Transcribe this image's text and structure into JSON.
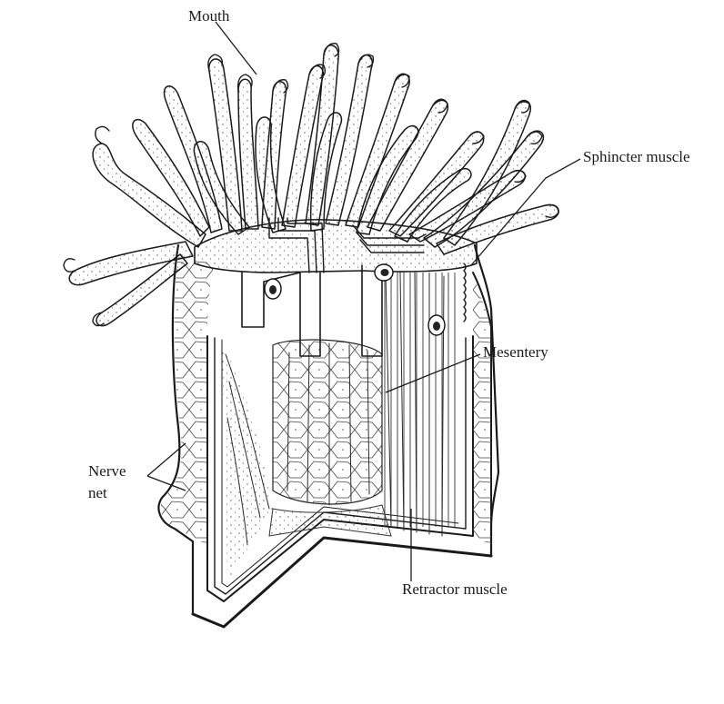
{
  "labels": {
    "mouth": "Mouth",
    "sphincter": "Sphincter muscle",
    "mesentery": "Mesentery",
    "nerve_line1": "Nerve",
    "nerve_line2": "net",
    "retractor": "Retractor muscle"
  }
}
